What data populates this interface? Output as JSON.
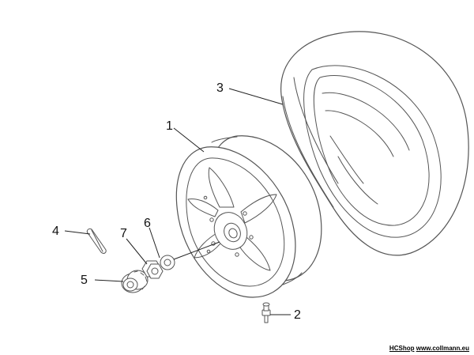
{
  "callouts": {
    "c1": "1",
    "c2": "2",
    "c3": "3",
    "c4": "4",
    "c5": "5",
    "c6": "6",
    "c7": "7"
  },
  "watermark": {
    "brand": "HCShop",
    "site": "www.collmann.eu"
  },
  "colors": {
    "line": "#555555",
    "text": "#111111",
    "background": "#ffffff"
  }
}
